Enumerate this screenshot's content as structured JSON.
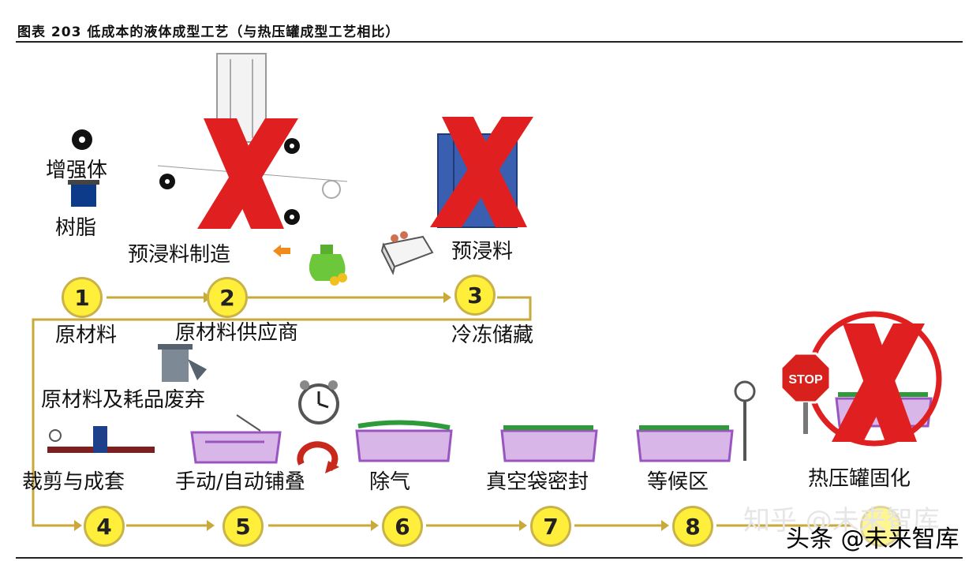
{
  "title": "图表 203 低成本的液体成型工艺（与热压罐成型工艺相比）",
  "steps": [
    {
      "num": "1",
      "label": "原材料"
    },
    {
      "num": "2",
      "label": "原材料供应商"
    },
    {
      "num": "3",
      "label": "冷冻储藏"
    },
    {
      "num": "4",
      "label": "裁剪与成套"
    },
    {
      "num": "5",
      "label": "手动/自动铺叠"
    },
    {
      "num": "6",
      "label": "除气"
    },
    {
      "num": "7",
      "label": "真空袋密封"
    },
    {
      "num": "8",
      "label": "等候区"
    }
  ],
  "labels": {
    "reinforcement": "增强体",
    "resin": "树脂",
    "prepreg_manufacture": "预浸料制造",
    "prepreg": "预浸料",
    "waste": "原材料及耗品废弃",
    "autoclave": "热压罐固化"
  },
  "icons": {
    "stop_sign_text": "STOP"
  },
  "watermark": {
    "line1": "知乎 @未来智库",
    "line2": "头条 @未来智库"
  },
  "colors": {
    "circle_fill": "#ffef3a",
    "flow_line": "#c9a93a",
    "cross": "#e02020",
    "tray": "#b36fcf",
    "prepreg_layer": "#2e9a3a"
  }
}
